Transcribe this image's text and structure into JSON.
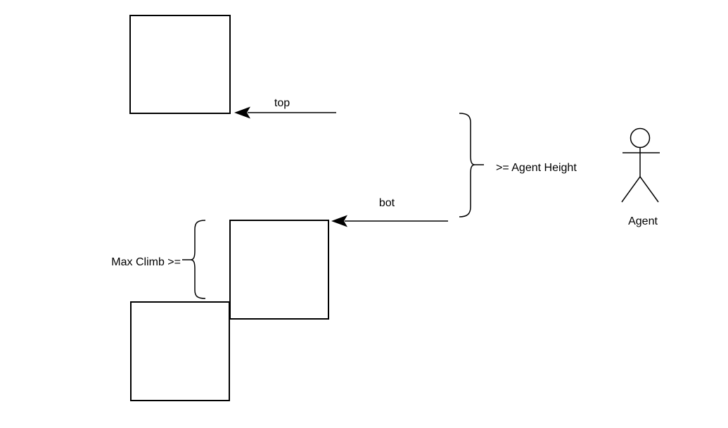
{
  "diagram": {
    "background_color": "#ffffff",
    "stroke_color": "#000000",
    "text_color": "#000000",
    "labels": {
      "top_arrow": "top",
      "bot_arrow": "bot",
      "agent_height": ">= Agent Height",
      "max_climb": "Max Climb >=",
      "agent": "Agent"
    },
    "icons": {
      "agent_figure": "stick-figure-icon",
      "top_arrowhead": "left-arrowhead-icon",
      "bot_arrowhead": "left-arrowhead-icon",
      "agent_height_brace": "right-curly-brace-icon",
      "max_climb_brace": "left-curly-brace-icon"
    }
  }
}
